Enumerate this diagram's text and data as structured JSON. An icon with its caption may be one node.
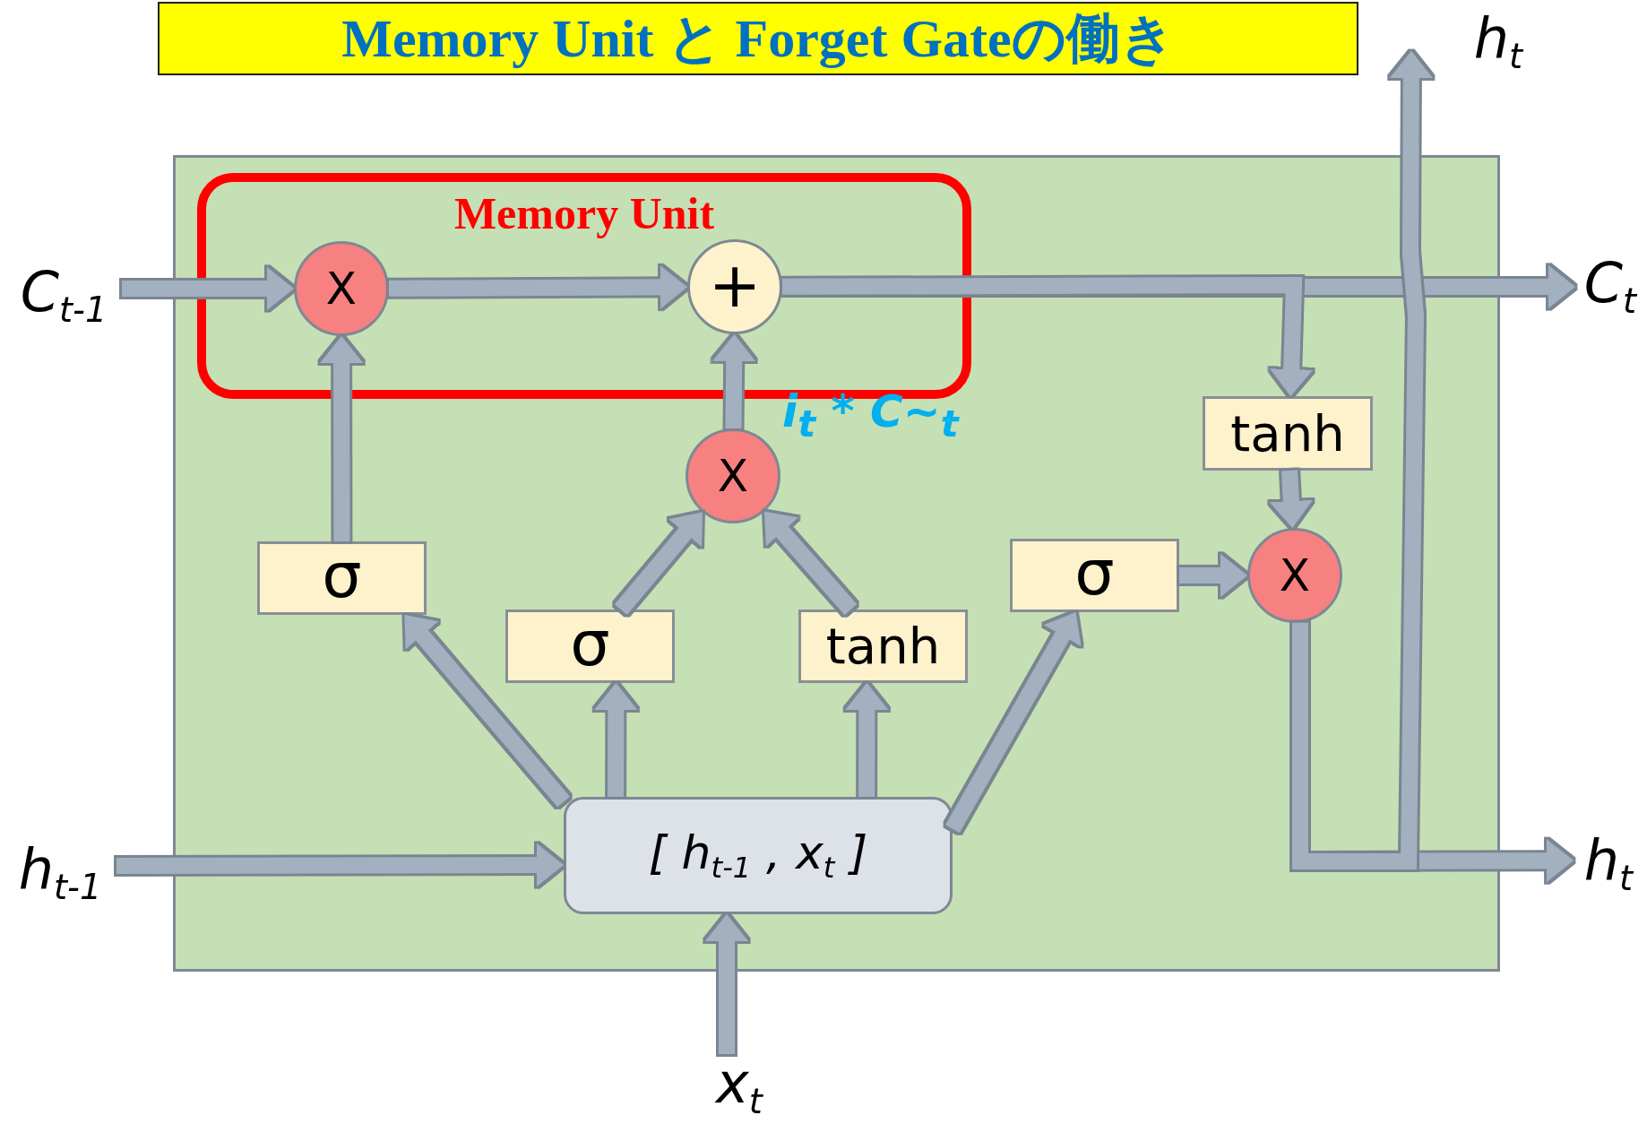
{
  "diagram": {
    "title": "Memory Unit と Forget Gateの働き",
    "nodes": [
      {
        "text": [],
        "shape": "box"
      },
      {
        "text": [
          "Memory Unit"
        ],
        "in": 0
      },
      {
        "text": [
          "X"
        ],
        "in": 1
      },
      {
        "text": [
          "+"
        ],
        "in": 1
      },
      {
        "text": [
          "X"
        ],
        "in": 0
      },
      {
        "text": [
          "σ"
        ],
        "in": 0
      },
      {
        "text": [
          "σ"
        ],
        "in": 0
      },
      {
        "text": [
          "tanh"
        ],
        "in": 0
      },
      {
        "text": [
          "σ"
        ],
        "in": 0
      },
      {
        "text": [
          "tanh"
        ],
        "in": 0
      },
      {
        "text": [
          "X"
        ],
        "in": 0
      },
      {
        "text": [
          "[ h$_{t-1}$ , x$_{t}$ ]"
        ],
        "in": 0
      },
      {
        "text": [
          "C$_{t-1}$"
        ]
      },
      {
        "text": [
          "h$_{t-1}$"
        ]
      },
      {
        "text": [
          "x$_{t}$"
        ]
      },
      {
        "text": [
          "C$_{t}$"
        ]
      },
      {
        "text": [
          "h$_{t}$"
        ]
      },
      {
        "text": [
          "h$_{t}$"
        ]
      }
    ],
    "edges": [
      {
        "from": 12,
        "to": 2,
        "arrow": "to"
      },
      {
        "from": 2,
        "to": 3,
        "arrow": "to"
      },
      {
        "from": 3,
        "to": 15,
        "arrow": "to"
      },
      {
        "from": 5,
        "to": 2,
        "arrow": "to"
      },
      {
        "from": 4,
        "to": 3,
        "arrow": "to"
      },
      {
        "from": 6,
        "to": 4,
        "arrow": "to"
      },
      {
        "from": 7,
        "to": 4,
        "arrow": "to"
      },
      {
        "from": 11,
        "to": 5,
        "arrow": "to"
      },
      {
        "from": 11,
        "to": 6,
        "arrow": "to"
      },
      {
        "from": 11,
        "to": 7,
        "arrow": "to"
      },
      {
        "from": 11,
        "to": 8,
        "arrow": "to"
      },
      {
        "from": 13,
        "to": 11,
        "arrow": "to"
      },
      {
        "from": 14,
        "to": 11,
        "arrow": "to"
      },
      {
        "from": 8,
        "to": 10,
        "arrow": "to"
      },
      {
        "from": 3,
        "to": 9,
        "arrow": "to"
      },
      {
        "from": 9,
        "to": 10,
        "arrow": "to"
      },
      {
        "from": 10,
        "to": 16,
        "arrow": "to"
      },
      {
        "from": 10,
        "to": 17,
        "arrow": "to"
      }
    ],
    "labels": [
      "i$_{t}$ * C~$_{t}$"
    ]
  }
}
